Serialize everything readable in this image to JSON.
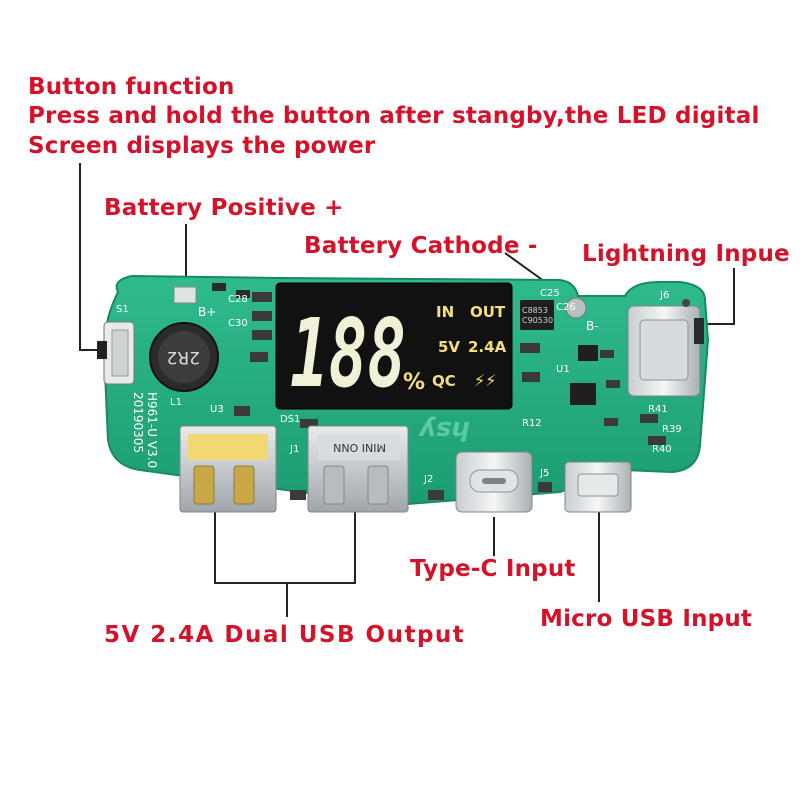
{
  "annotations": {
    "button_title": "Button function",
    "button_desc_1": "Press and hold the button after stangby,the LED digital",
    "button_desc_2": "Screen displays the power",
    "battery_positive": "Battery Positive +",
    "battery_cathode": "Battery Cathode -",
    "lightning_input": "Lightning Inpue",
    "typec_input": "Type-C Input",
    "micro_usb_input": "Micro USB Input",
    "usb_output": "5V 2.4A Dual USB Output"
  },
  "display": {
    "digits": "188",
    "percent": "%",
    "in_label": "IN",
    "out_label": "OUT",
    "volt_label": "5V",
    "amp_label": "2.4A",
    "qc_label": "QC",
    "flash_label": "⚡⚡"
  },
  "pcb_silkscreen": {
    "inductor": "2R2",
    "model": "H961-U V3.0",
    "date": "20190305",
    "ic_marking_1": "C8853",
    "ic_marking_2": "C90530",
    "s1": "S1",
    "b_plus": "B+",
    "b_minus": "B-",
    "l1": "L1",
    "ds1": "DS1",
    "u3": "U3",
    "u1": "U1",
    "j1": "J1",
    "j2": "J2",
    "j5": "J5",
    "j6": "J6",
    "r12": "R12",
    "r40": "R40",
    "r41": "R41",
    "r39": "R39",
    "c25": "C25",
    "c26": "C26",
    "c30": "C30",
    "c28": "C28",
    "mini": "MINI ONN",
    "logo": "hsy"
  },
  "colors": {
    "label_red": "#d4122a",
    "pcb_green": "#23a97e",
    "display_bg": "#111111",
    "led_white": "#f1f1d8",
    "led_yellow": "#f3e07a"
  }
}
